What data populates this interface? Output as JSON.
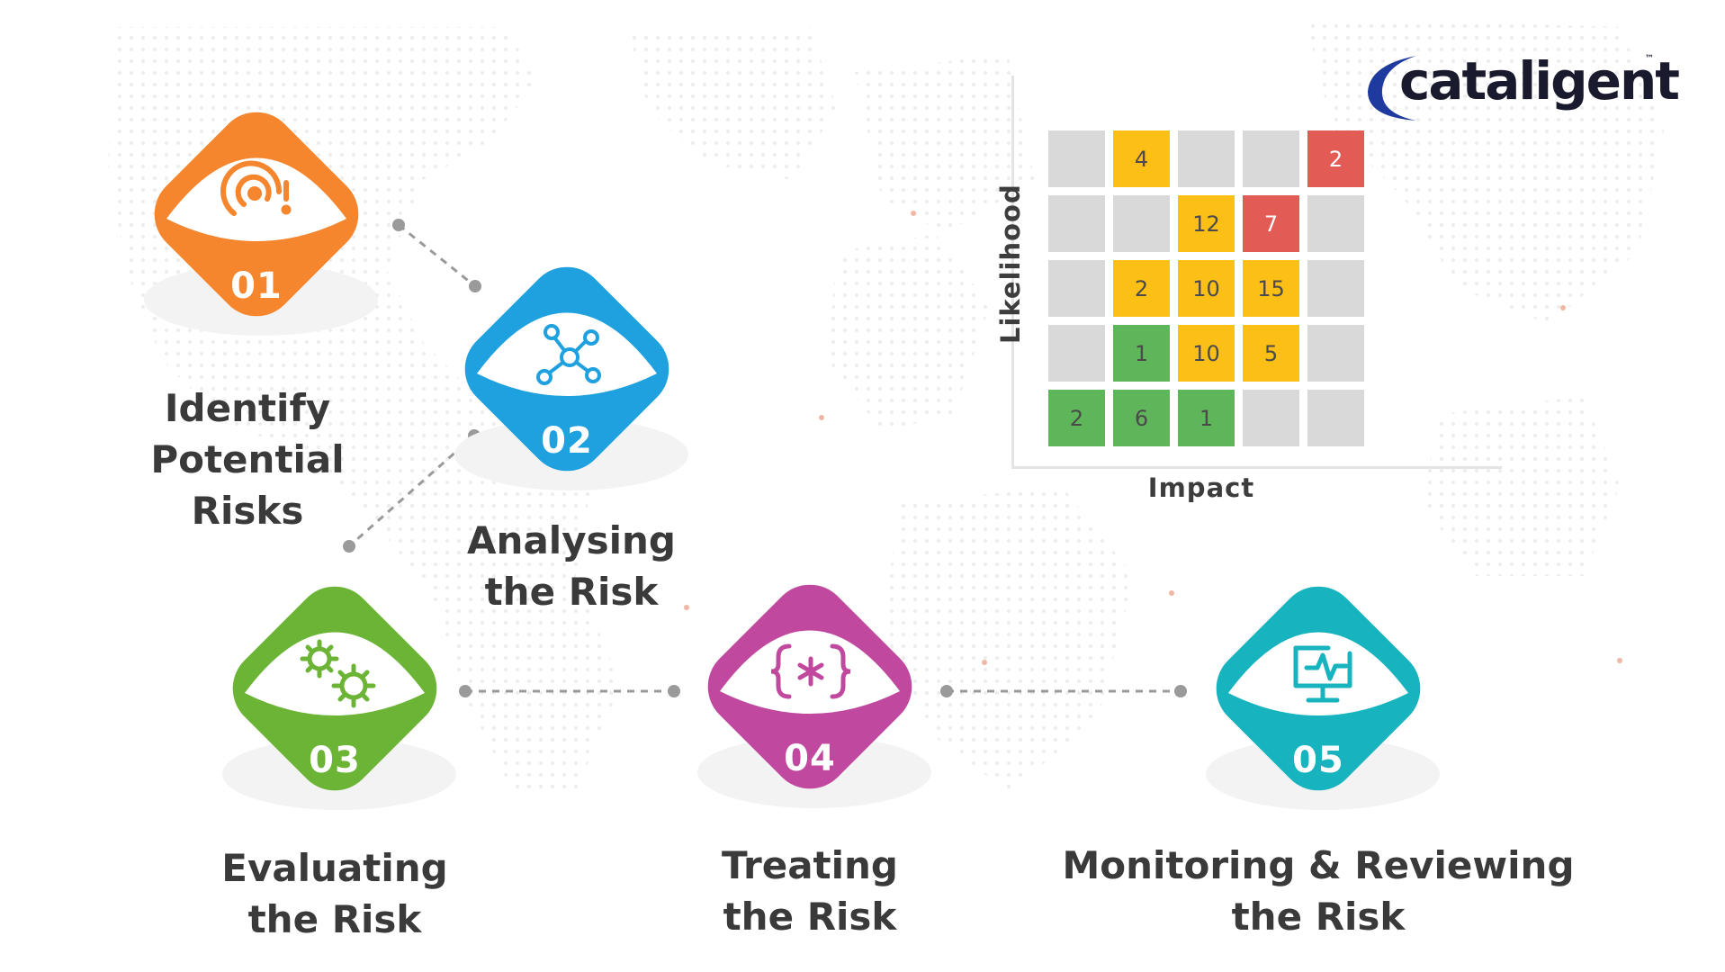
{
  "brand": {
    "logo_text": "cataligent",
    "trademark": "™",
    "dot_color": "#1f3a9e",
    "swoosh_color": "#1f3a9e"
  },
  "steps": [
    {
      "number": "01",
      "label": "Identify\nPotential\nRisks",
      "color": "#f5862e",
      "icon": "radar-alert-icon"
    },
    {
      "number": "02",
      "label": "Analysing\nthe Risk",
      "color": "#1fa0df",
      "icon": "network-nodes-icon"
    },
    {
      "number": "03",
      "label": "Evaluating\nthe Risk",
      "color": "#6cb435",
      "icon": "gears-icon"
    },
    {
      "number": "04",
      "label": "Treating\nthe Risk",
      "color": "#c0489e",
      "icon": "code-braces-icon"
    },
    {
      "number": "05",
      "label": "Monitoring & Reviewing\nthe Risk",
      "color": "#17b3bf",
      "icon": "monitor-pulse-icon"
    }
  ],
  "matrix": {
    "ylabel": "Likelihood",
    "xlabel": "Impact",
    "colors": {
      "gray": "#d9d9d9",
      "yellow": "#fbbf16",
      "red": "#e35b55",
      "green": "#5fb55a"
    },
    "rows": [
      [
        {
          "c": "gray",
          "v": ""
        },
        {
          "c": "yellow",
          "v": "4"
        },
        {
          "c": "gray",
          "v": ""
        },
        {
          "c": "gray",
          "v": ""
        },
        {
          "c": "red",
          "v": "2"
        }
      ],
      [
        {
          "c": "gray",
          "v": ""
        },
        {
          "c": "gray",
          "v": ""
        },
        {
          "c": "yellow",
          "v": "12"
        },
        {
          "c": "red",
          "v": "7"
        },
        {
          "c": "gray",
          "v": ""
        }
      ],
      [
        {
          "c": "gray",
          "v": ""
        },
        {
          "c": "yellow",
          "v": "2"
        },
        {
          "c": "yellow",
          "v": "10"
        },
        {
          "c": "yellow",
          "v": "15"
        },
        {
          "c": "gray",
          "v": ""
        }
      ],
      [
        {
          "c": "gray",
          "v": ""
        },
        {
          "c": "green",
          "v": "1"
        },
        {
          "c": "yellow",
          "v": "10"
        },
        {
          "c": "yellow",
          "v": "5"
        },
        {
          "c": "gray",
          "v": ""
        }
      ],
      [
        {
          "c": "green",
          "v": "2"
        },
        {
          "c": "green",
          "v": "6"
        },
        {
          "c": "green",
          "v": "1"
        },
        {
          "c": "gray",
          "v": ""
        },
        {
          "c": "gray",
          "v": ""
        }
      ]
    ]
  }
}
